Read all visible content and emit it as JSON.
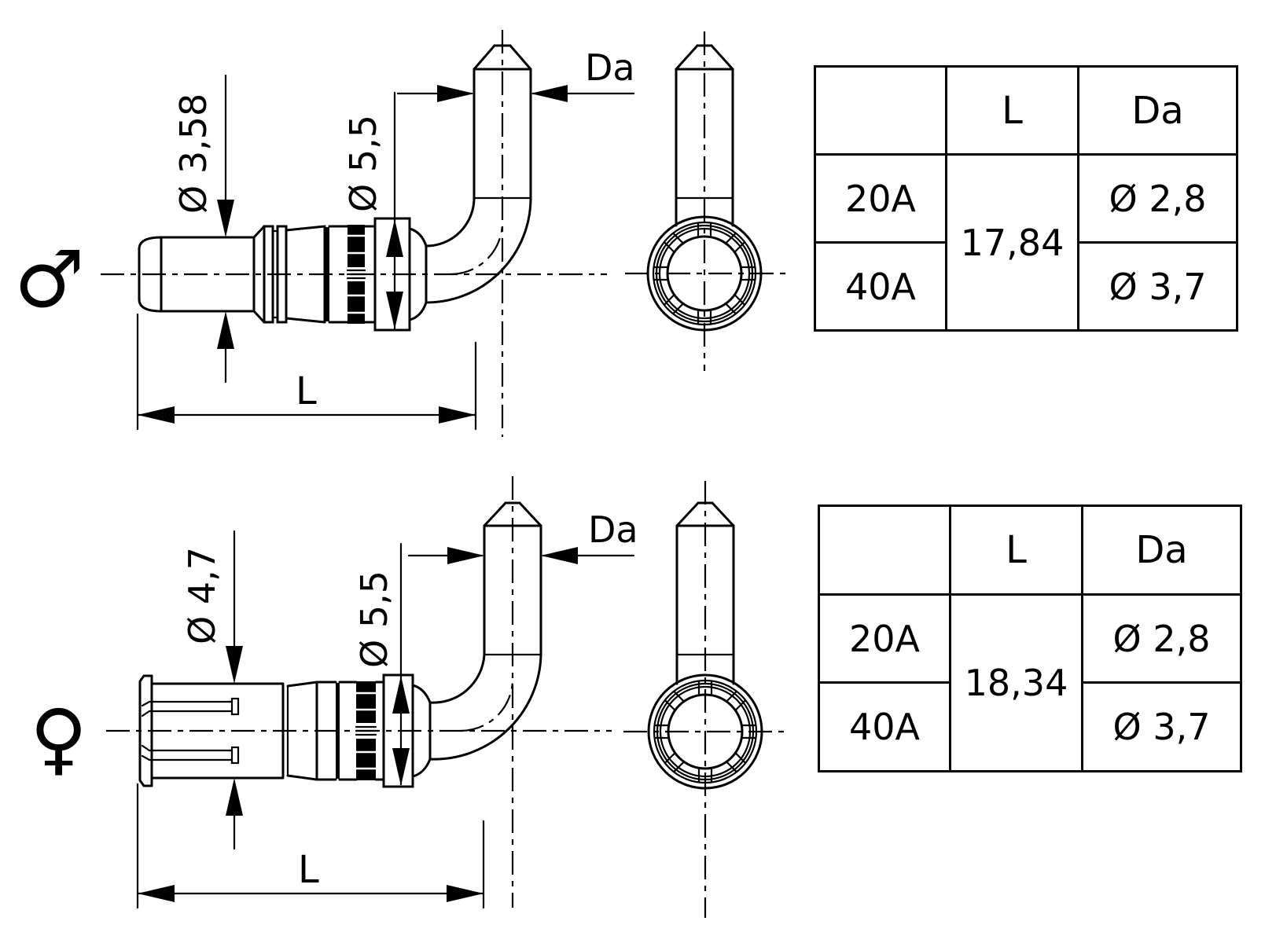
{
  "colors": {
    "line": "#000000",
    "background": "#ffffff"
  },
  "male_view": {
    "symbol": "♂",
    "dims": {
      "pin_diameter": "Ø 3,58",
      "outer_diameter": "Ø 5,5",
      "tip_diameter_label": "Da",
      "length_label": "L"
    }
  },
  "female_view": {
    "symbol": "♀",
    "dims": {
      "socket_diameter": "Ø 4,7",
      "outer_diameter": "Ø 5,5",
      "tip_diameter_label": "Da",
      "length_label": "L"
    }
  },
  "male_table": {
    "header_empty": "",
    "header_l": "L",
    "header_da": "Da",
    "rows": [
      "20A",
      "40A"
    ],
    "l_value": "17,84",
    "da_values": [
      "Ø 2,8",
      "Ø 3,7"
    ]
  },
  "female_table": {
    "header_empty": "",
    "header_l": "L",
    "header_da": "Da",
    "rows": [
      "20A",
      "40A"
    ],
    "l_value": "18,34",
    "da_values": [
      "Ø 2,8",
      "Ø 3,7"
    ]
  }
}
